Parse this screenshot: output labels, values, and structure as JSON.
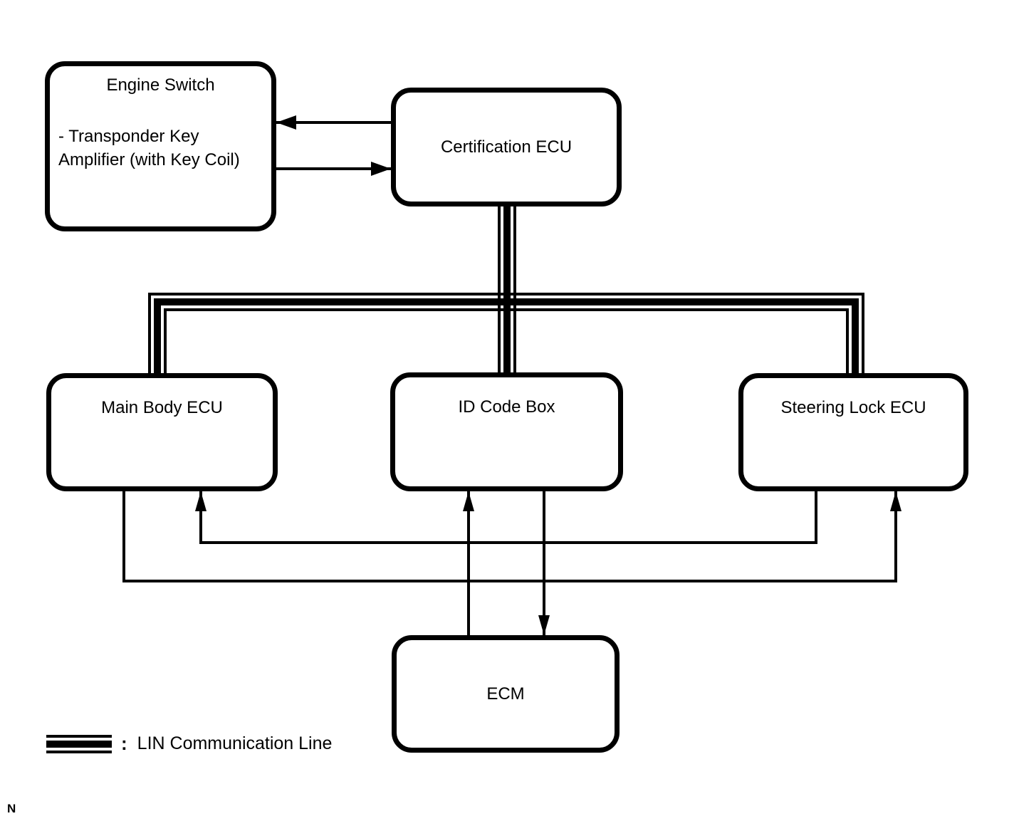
{
  "diagram": {
    "nodes": {
      "engine_switch": {
        "title": "Engine Switch",
        "subtitle": "- Transponder Key\nAmplifier (with Key Coil)"
      },
      "certification_ecu": {
        "label": "Certification ECU"
      },
      "main_body_ecu": {
        "label": "Main Body ECU"
      },
      "id_code_box": {
        "label": "ID Code Box"
      },
      "steering_lock_ecu": {
        "label": "Steering Lock ECU"
      },
      "ecm": {
        "label": "ECM"
      }
    },
    "connections": [
      {
        "from": "certification_ecu",
        "to": "engine_switch",
        "type": "arrow"
      },
      {
        "from": "engine_switch",
        "to": "certification_ecu",
        "type": "arrow"
      },
      {
        "from": "certification_ecu",
        "to": "lin_bus",
        "type": "lin-line"
      },
      {
        "from": "lin_bus",
        "to": "main_body_ecu",
        "type": "lin-line"
      },
      {
        "from": "lin_bus",
        "to": "id_code_box",
        "type": "lin-line"
      },
      {
        "from": "lin_bus",
        "to": "steering_lock_ecu",
        "type": "lin-line"
      },
      {
        "from": "steering_lock_ecu",
        "to": "main_body_ecu",
        "type": "arrow"
      },
      {
        "from": "main_body_ecu",
        "to": "steering_lock_ecu",
        "type": "arrow"
      },
      {
        "from": "ecm",
        "to": "id_code_box",
        "type": "arrow"
      },
      {
        "from": "id_code_box",
        "to": "ecm",
        "type": "arrow"
      }
    ],
    "legend": {
      "separator": ":",
      "label": "LIN Communication Line",
      "swatch": "lin-triple-line",
      "line_color": "#000000"
    },
    "footnote": "N"
  }
}
